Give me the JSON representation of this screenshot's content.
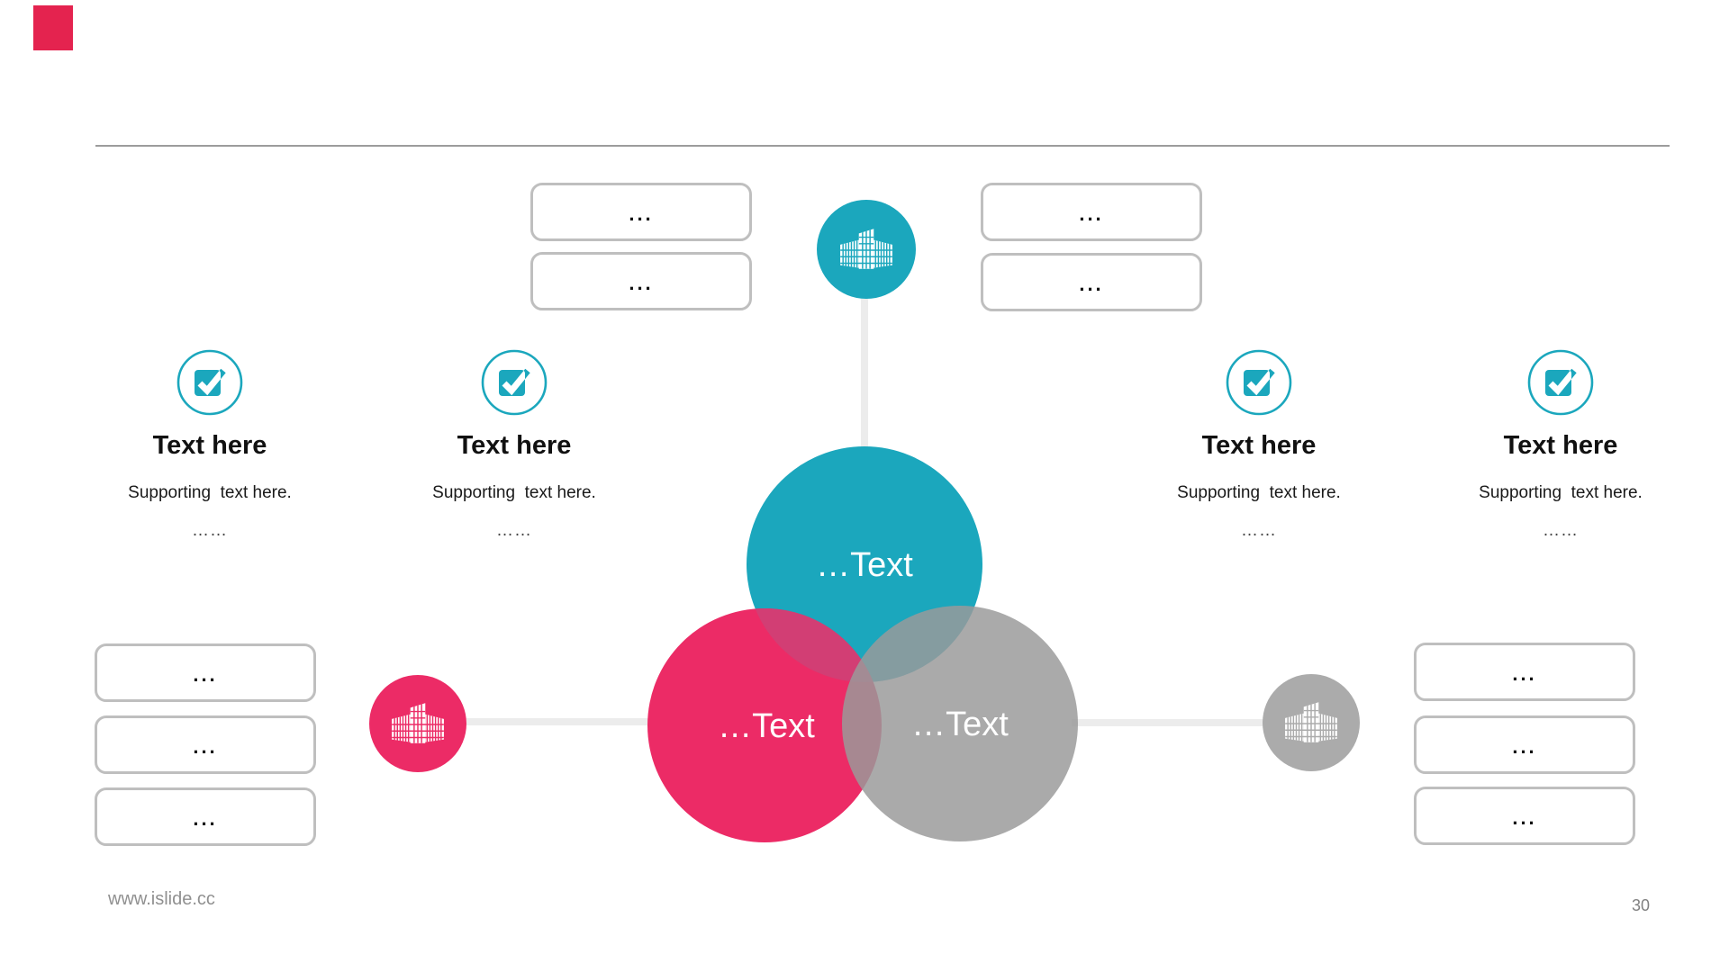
{
  "brand": {
    "logo_block_color": "#E4234F"
  },
  "divider": {
    "color": "#9C9C9C"
  },
  "callouts": {
    "top_left": [
      "...",
      "..."
    ],
    "top_right": [
      "...",
      "..."
    ],
    "left": [
      "...",
      "...",
      "..."
    ],
    "right": [
      "...",
      "...",
      "..."
    ]
  },
  "hubs": [
    {
      "id": "top",
      "icon": "building",
      "color": "#1BA7BD"
    },
    {
      "id": "left",
      "icon": "building",
      "color": "#EC2B66"
    },
    {
      "id": "right",
      "icon": "building",
      "color": "#ABABAB"
    }
  ],
  "venn": {
    "circles": [
      {
        "label": "…Text",
        "color": "#1BA7BD"
      },
      {
        "label": "…Text",
        "color": "#EC2B66"
      },
      {
        "label": "…Text",
        "color": "#9A9A9A",
        "opacity": 0.84
      }
    ],
    "overlap_teal_pink": "#D23E74",
    "label_color": "#FFFFFF"
  },
  "features": [
    {
      "title": "Text here",
      "subtitle": "Supporting  text here.",
      "more": "……",
      "accent": "#1BA7BD"
    },
    {
      "title": "Text here",
      "subtitle": "Supporting  text here.",
      "more": "……",
      "accent": "#1BA7BD"
    },
    {
      "title": "Text here",
      "subtitle": "Supporting  text here.",
      "more": "……",
      "accent": "#1BA7BD"
    },
    {
      "title": "Text here",
      "subtitle": "Supporting  text here.",
      "more": "……",
      "accent": "#1BA7BD"
    }
  ],
  "footer": {
    "website": "www.islide.cc",
    "page_number": "30"
  }
}
